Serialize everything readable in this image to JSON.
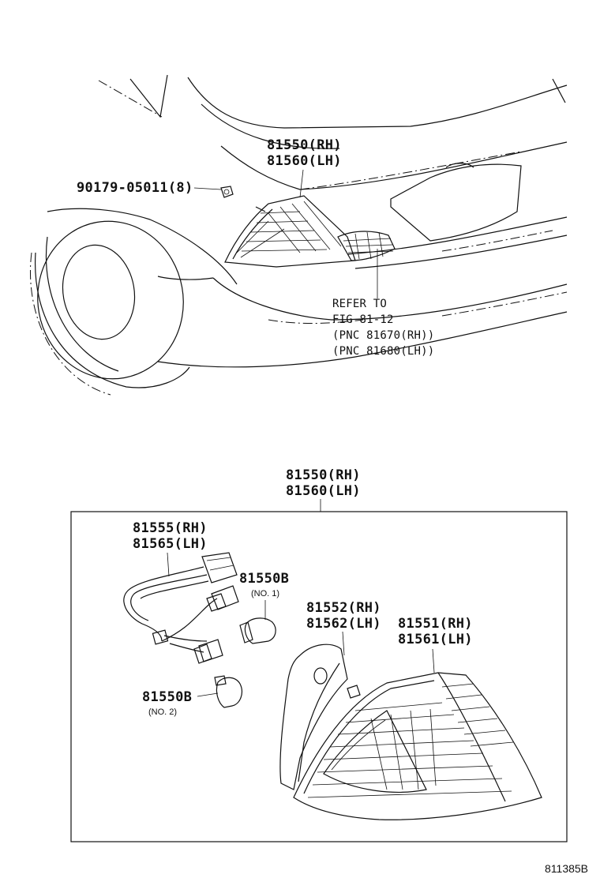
{
  "upper_view": {
    "lamp_assy_rh": "81550(RH)",
    "lamp_assy_lh": "81560(LH)",
    "nut_part": "90179-05011(8)",
    "refer_line1": "REFER TO",
    "refer_line2": "FIG 81-12",
    "refer_line3": "(PNC 81670(RH))",
    "refer_line4": "(PNC 81680(LH))"
  },
  "lower_view": {
    "assy_rh": "81550(RH)",
    "assy_lh": "81560(LH)",
    "socket_rh": "81555(RH)",
    "socket_lh": "81565(LH)",
    "bulb1_part": "81550B",
    "bulb1_note": "(NO. 1)",
    "bulb2_part": "81550B",
    "bulb2_note": "(NO. 2)",
    "gasket_rh": "81552(RH)",
    "gasket_lh": "81562(LH)",
    "lens_rh": "81551(RH)",
    "lens_lh": "81561(LH)"
  },
  "figure_code": "811385B"
}
